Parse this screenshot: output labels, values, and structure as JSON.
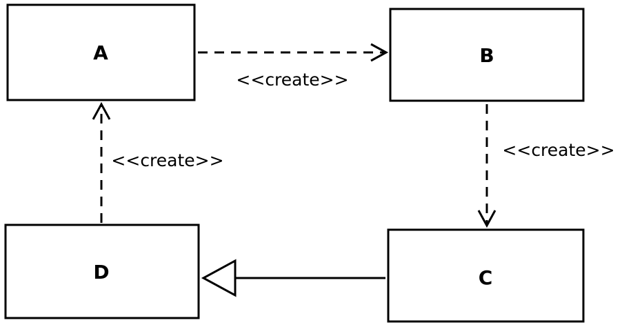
{
  "nodes": {
    "a": {
      "label": "A"
    },
    "b": {
      "label": "B"
    },
    "c": {
      "label": "C"
    },
    "d": {
      "label": "D"
    }
  },
  "edges": {
    "a_to_b": {
      "label": "<<create>>",
      "style": "dashed",
      "arrowhead": "open"
    },
    "b_to_c": {
      "label": "<<create>>",
      "style": "dashed",
      "arrowhead": "open"
    },
    "d_to_a": {
      "label": "<<create>>",
      "style": "dashed",
      "arrowhead": "open"
    },
    "c_to_d": {
      "label": "",
      "style": "solid",
      "arrowhead": "hollow-triangle"
    }
  },
  "colors": {
    "stroke": "#000000",
    "background": "#ffffff"
  }
}
